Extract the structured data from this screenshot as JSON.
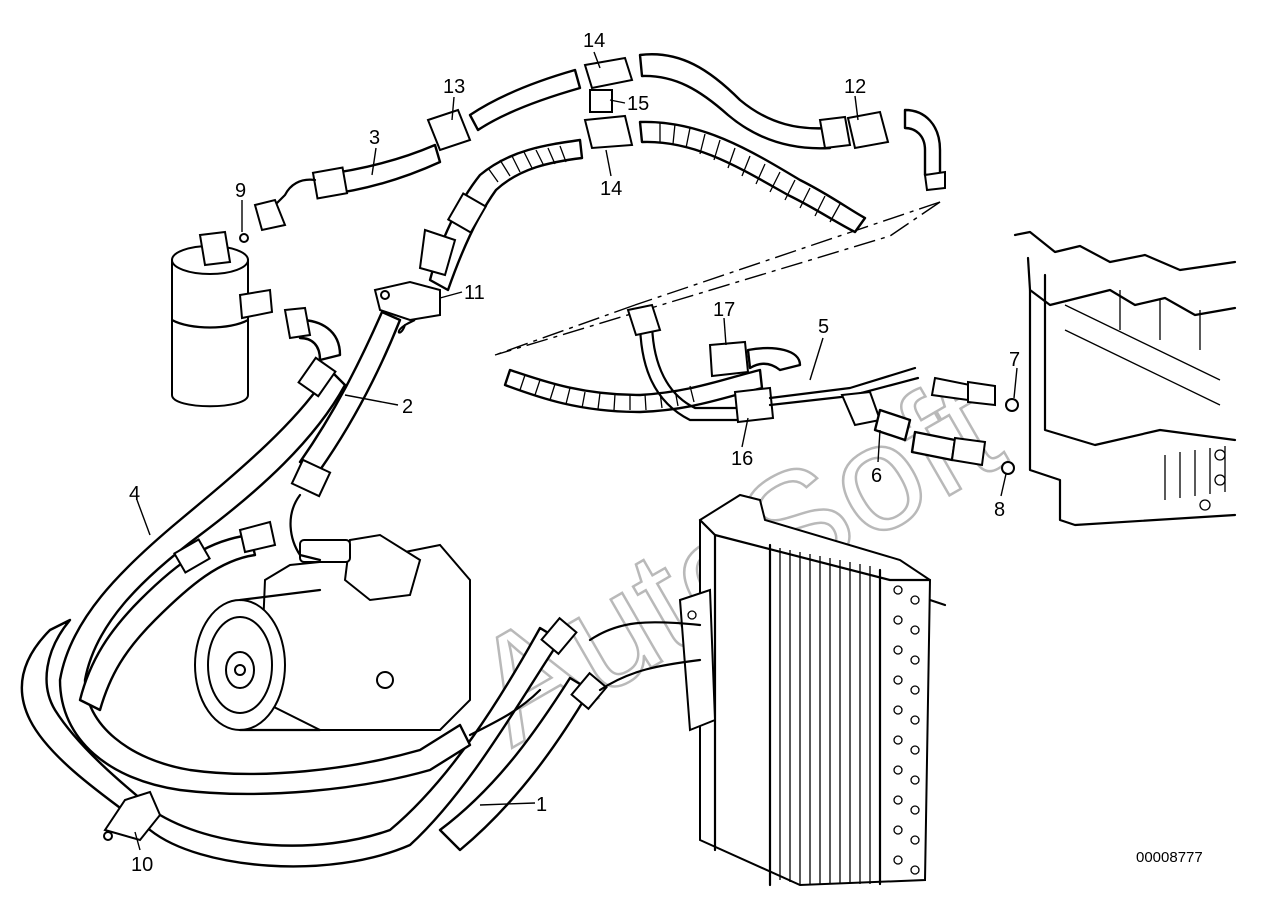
{
  "watermark": "AutoSoft",
  "diagram_code": "00008777",
  "callouts": [
    {
      "id": "c1",
      "text": "1"
    },
    {
      "id": "c2",
      "text": "2"
    },
    {
      "id": "c3",
      "text": "3"
    },
    {
      "id": "c4",
      "text": "4"
    },
    {
      "id": "c5",
      "text": "5"
    },
    {
      "id": "c6",
      "text": "6"
    },
    {
      "id": "c7",
      "text": "7"
    },
    {
      "id": "c8",
      "text": "8"
    },
    {
      "id": "c9",
      "text": "9"
    },
    {
      "id": "c10",
      "text": "10"
    },
    {
      "id": "c11",
      "text": "11"
    },
    {
      "id": "c12",
      "text": "12"
    },
    {
      "id": "c13",
      "text": "13"
    },
    {
      "id": "c14a",
      "text": "14"
    },
    {
      "id": "c14b",
      "text": "14"
    },
    {
      "id": "c15",
      "text": "15"
    },
    {
      "id": "c16",
      "text": "16"
    },
    {
      "id": "c17",
      "text": "17"
    }
  ]
}
